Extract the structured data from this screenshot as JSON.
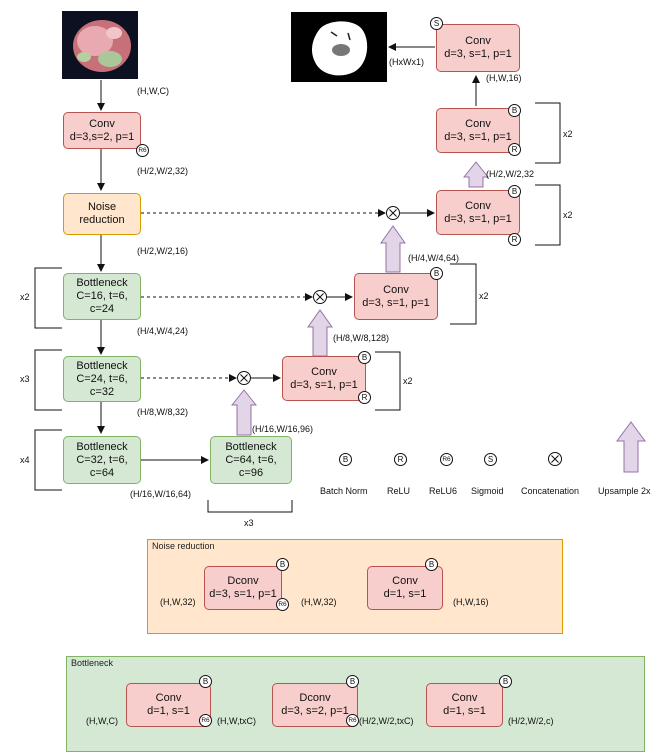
{
  "shape_labels": {
    "b": "B",
    "r": "R",
    "r6": "R6",
    "s": "S"
  },
  "enc": {
    "conv1": {
      "l1": "Conv",
      "l2": "d=3,s=2, p=1"
    },
    "noise": {
      "l1": "Noise",
      "l2": "reduction"
    },
    "bn1": {
      "l1": "Bottleneck",
      "l2": "C=16, t=6,",
      "l3": "c=24"
    },
    "bn2": {
      "l1": "Bottleneck",
      "l2": "C=24, t=6,",
      "l3": "c=32"
    },
    "bn3": {
      "l1": "Bottleneck",
      "l2": "C=32, t=6,",
      "l3": "c=64"
    },
    "bn4": {
      "l1": "Bottleneck",
      "l2": "C=64, t=6,",
      "l3": "c=96"
    }
  },
  "dec": {
    "conv_a": {
      "l1": "Conv",
      "l2": "d=3, s=1, p=1"
    },
    "conv_b": {
      "l1": "Conv",
      "l2": "d=3, s=1, p=1"
    },
    "conv_c": {
      "l1": "Conv",
      "l2": "d=3, s=1, p=1"
    },
    "conv_d": {
      "l1": "Conv",
      "l2": "d=3, s=1, p=1"
    },
    "conv_e": {
      "l1": "Conv",
      "l2": "d=3, s=1, p=1"
    }
  },
  "dims": {
    "input": "(H,W,C)",
    "after_conv1": "(H/2,W/2,32)",
    "after_noise": "(H/2,W/2,16)",
    "after_bn1": "(H/4,W/4,24)",
    "after_bn2": "(H/8,W/8,32)",
    "after_bn3": "(H/16,W/16,64)",
    "after_bn4": "(H/16,W/16,96)",
    "after_conv_a": "(H/8,W/8,128)",
    "after_conv_b": "(H/4,W/4,64)",
    "after_conv_c": "(H/2,W/2,32",
    "after_conv_e": "(H,W,16)",
    "output": "(HxWx1)"
  },
  "repeats": {
    "x2": "x2",
    "x3": "x3",
    "x4": "x4"
  },
  "legend": {
    "batch_norm": "Batch Norm",
    "relu": "ReLU",
    "relu6": "ReLU6",
    "sigmoid": "Sigmoid",
    "concatenation": "Concatenation",
    "upsample": "Upsample 2x"
  },
  "noise_panel": {
    "title": "Noise reduction",
    "dconv": {
      "l1": "Dconv",
      "l2": "d=3, s=1, p=1"
    },
    "conv": {
      "l1": "Conv",
      "l2": "d=1, s=1"
    },
    "in_dim": "(H,W,32)",
    "mid_dim": "(H,W,32)",
    "out_dim": "(H,W,16)"
  },
  "bottleneck_panel": {
    "title": "Bottleneck",
    "conv1": {
      "l1": "Conv",
      "l2": "d=1, s=1"
    },
    "dconv": {
      "l1": "Dconv",
      "l2": "d=3, s=2, p=1"
    },
    "conv2": {
      "l1": "Conv",
      "l2": "d=1, s=1"
    },
    "in_dim": "(H,W,C)",
    "mid1_dim": "(H,W,txC)",
    "mid2_dim": "(H/2,W/2,txC)",
    "out_dim": "(H/2,W/2,c)"
  },
  "colors": {
    "conv_fill": "#f8cecc",
    "conv_stroke": "#b85450",
    "bottleneck_fill": "#d5e8d4",
    "bottleneck_stroke": "#82b366",
    "noise_fill": "#ffe6cc",
    "noise_stroke": "#d79b00",
    "upsample_fill": "#e1d5e7",
    "upsample_stroke": "#9673a6"
  }
}
